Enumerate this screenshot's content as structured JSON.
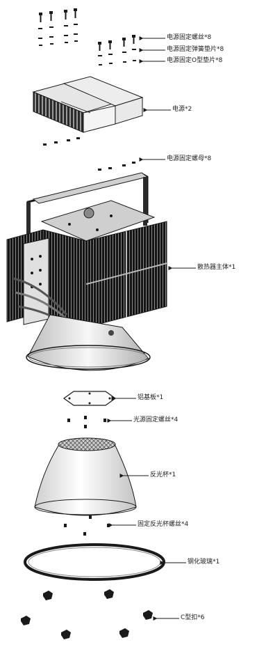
{
  "labels": {
    "power_screw": "电源固定螺丝*8",
    "power_spring_washer": "电源固定弹簧垫片*8",
    "power_o_washer": "电源固定O型垫片*8",
    "power_supply": "电源*2",
    "power_nut": "电源固定螺母*8",
    "heatsink": "散热器主体*1",
    "aluminum_plate": "铝基板*1",
    "light_source_screw": "光源固定螺丝*4",
    "reflector": "反光杯*1",
    "reflector_screw": "固定反光杯螺丝*4",
    "tempered_glass": "钢化玻璃*1",
    "c_clip": "C型扣*6"
  },
  "colors": {
    "ink": "#1a1a1a",
    "metal": "#2b2b2b",
    "light_metal": "#d9d9d9",
    "reflector": "#f2f2f2"
  }
}
